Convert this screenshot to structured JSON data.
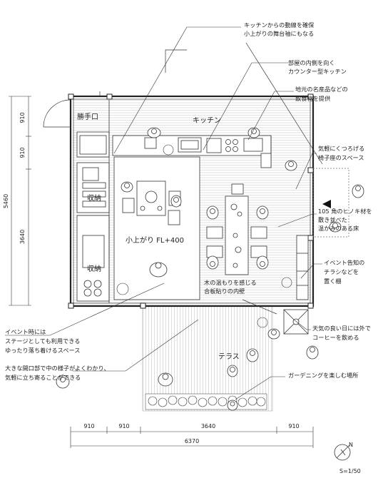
{
  "labels": {
    "katteguchi": "勝手口",
    "kitchen": "キッチン",
    "shuno1": "収納",
    "shuno2": "収納",
    "koagari": "小上がり FL+400",
    "terrace": "テラス"
  },
  "annotations": {
    "a1_l1": "キッチンからの動線を確保",
    "a1_l2": "小上がりの舞台袖にもなる",
    "a2_l1": "部屋の内側を向く",
    "a2_l2": "カウンター型キッチン",
    "a3_l1": "地元の名産品などの",
    "a3_l2": "飲食物を提供",
    "a4_l1": "気軽にくつろげる",
    "a4_l2": "椅子座のスペース",
    "a5_l1": "105 角のヒノキ材を",
    "a5_l2": "敷き並べた",
    "a5_l3": "温かみのある床",
    "a6_l1": "イベント告知の",
    "a6_l2": "チラシなどを",
    "a6_l3": "置く棚",
    "a7_l1": "木の温もりを感じる",
    "a7_l2": "合板貼りの内壁",
    "a8_l1": "イベント時には",
    "a8_l2": "ステージとしても利用できる",
    "a8_l3": "ゆったり落ち着けるスペース",
    "a9_l1": "天気の良い日には外で",
    "a9_l2": "コーヒーを飲める",
    "a10_l1": "大きな開口部で中の様子がよくわかり、",
    "a10_l2": "気軽に立ち寄ることができる",
    "a11": "ガーデニングを楽しむ場所"
  },
  "dimensions": {
    "left_910a": "910",
    "left_910b": "910",
    "left_3640": "3640",
    "left_total": "5460",
    "bottom_910a": "910",
    "bottom_910b": "910",
    "bottom_3640": "3640",
    "bottom_910c": "910",
    "bottom_total": "6370"
  },
  "scale": "S=1/50",
  "north_mark": "N"
}
